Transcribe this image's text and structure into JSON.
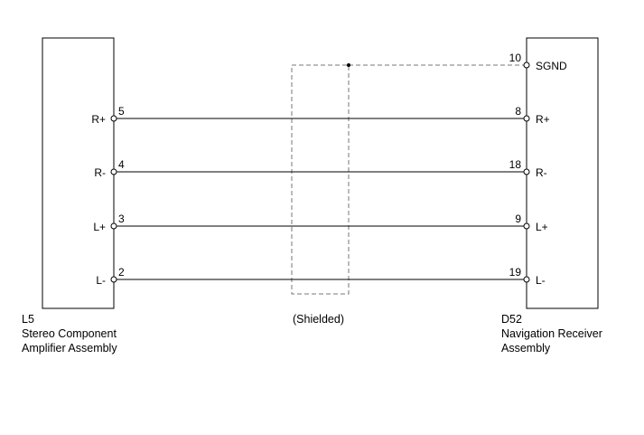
{
  "left_component": {
    "code": "L5",
    "name_line1": "Stereo Component",
    "name_line2": "Amplifier Assembly",
    "pins": [
      {
        "label": "R+",
        "number": "5"
      },
      {
        "label": "R-",
        "number": "4"
      },
      {
        "label": "L+",
        "number": "3"
      },
      {
        "label": "L-",
        "number": "2"
      }
    ]
  },
  "right_component": {
    "code": "D52",
    "name_line1": "Navigation Receiver",
    "name_line2": "Assembly",
    "ground_pin": {
      "label": "SGND",
      "number": "10"
    },
    "pins": [
      {
        "label": "R+",
        "number": "8"
      },
      {
        "label": "R-",
        "number": "18"
      },
      {
        "label": "L+",
        "number": "9"
      },
      {
        "label": "L-",
        "number": "19"
      }
    ]
  },
  "shield": {
    "label": "(Shielded)"
  }
}
